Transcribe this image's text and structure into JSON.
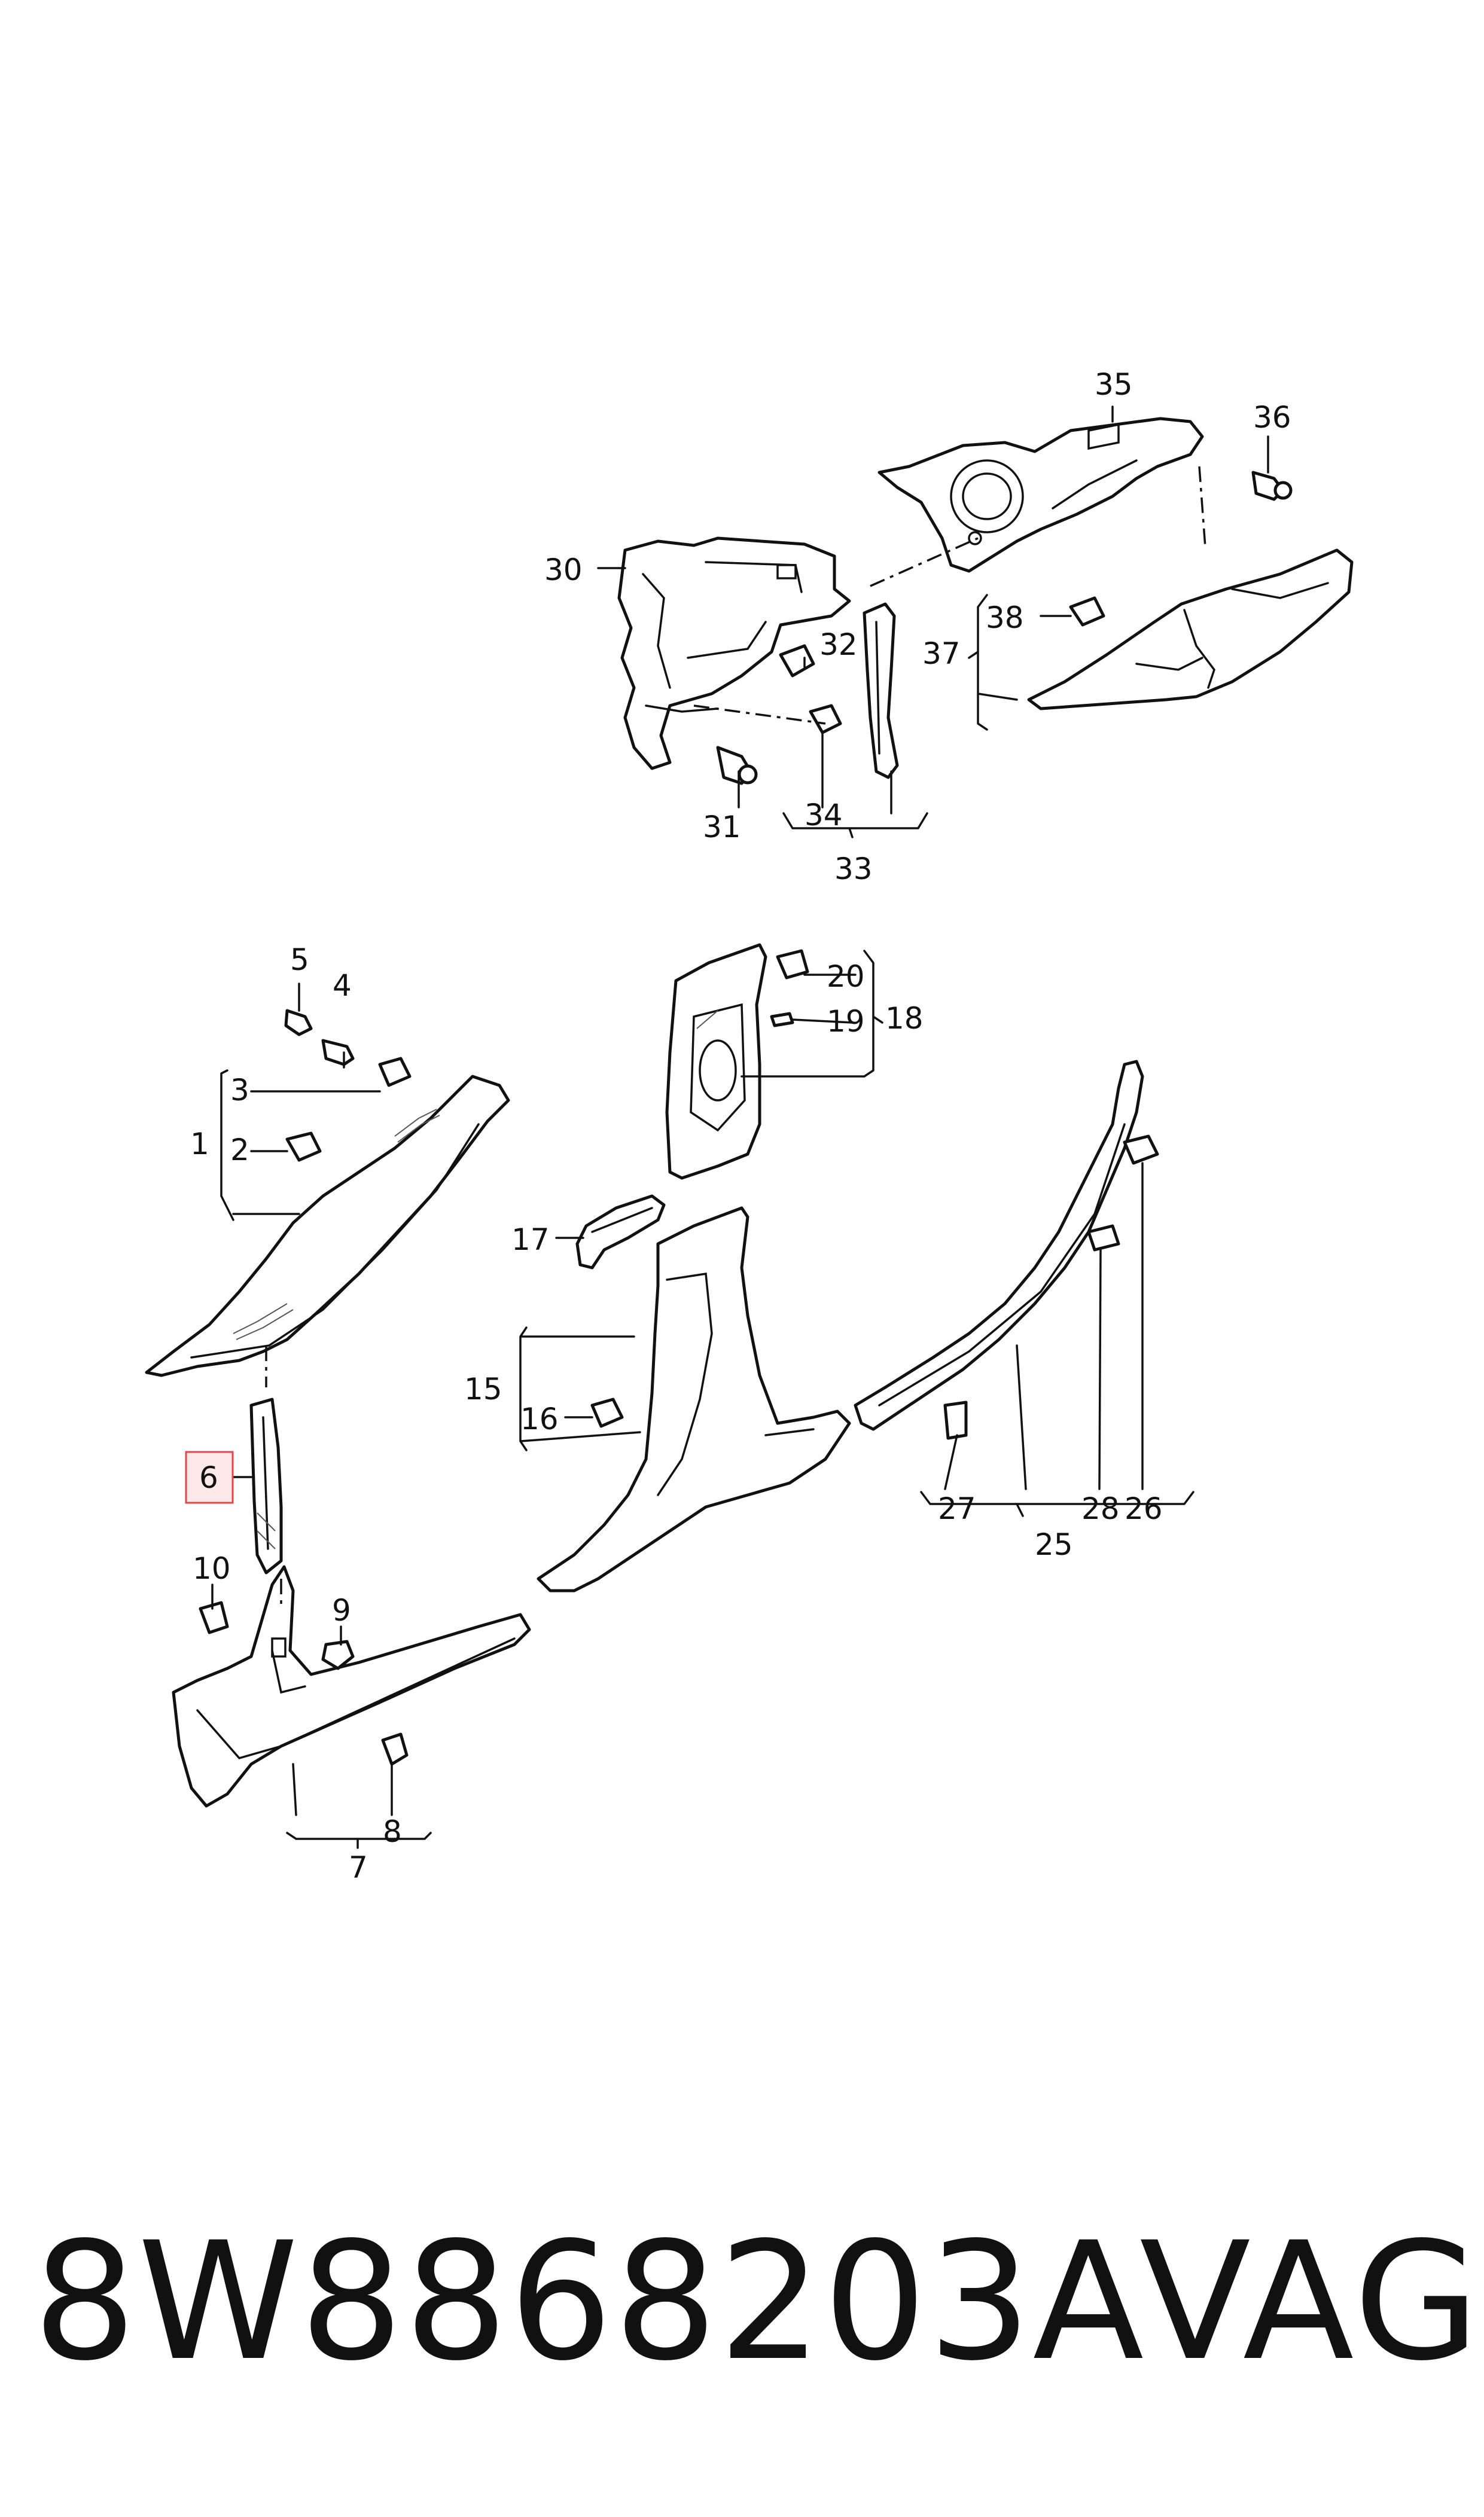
{
  "diagram": {
    "callouts": {
      "c1": "1",
      "c2": "2",
      "c3": "3",
      "c4": "4",
      "c5": "5",
      "c6": "6",
      "c7": "7",
      "c8": "8",
      "c9": "9",
      "c10": "10",
      "c15": "15",
      "c16": "16",
      "c17": "17",
      "c18": "18",
      "c19": "19",
      "c20": "20",
      "c25": "25",
      "c26": "26",
      "c27": "27",
      "c28": "28",
      "c30": "30",
      "c31": "31",
      "c32": "32",
      "c33": "33",
      "c34": "34",
      "c35": "35",
      "c36": "36",
      "c37": "37",
      "c38": "38"
    },
    "highlighted_callout": "6",
    "highlight_color": "#e0474c"
  },
  "footer": {
    "part_number": "8W8868203A",
    "brand": "VAG"
  }
}
